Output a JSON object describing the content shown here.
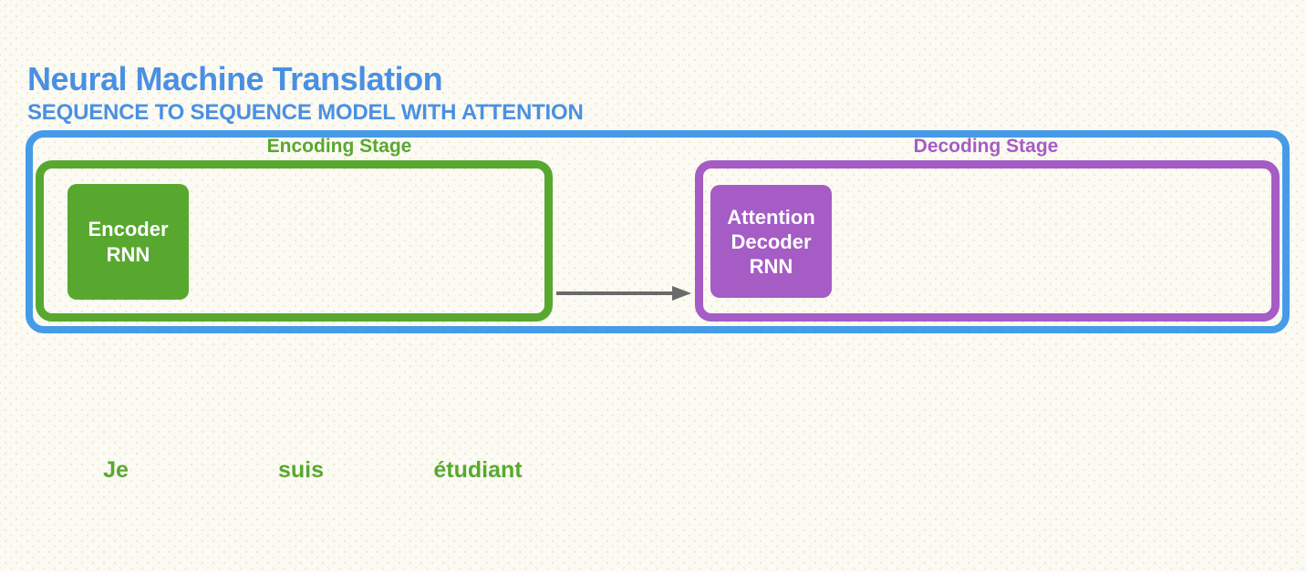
{
  "title": "Neural Machine Translation",
  "subtitle": "SEQUENCE TO SEQUENCE MODEL WITH ATTENTION",
  "colors": {
    "title_blue": "#4a90e2",
    "frame_blue": "#459be8",
    "green": "#58a830",
    "purple": "#a55cc5",
    "arrow_gray": "#6a6a6a",
    "box_text_white": "#ffffff",
    "background": "#fbfaf5"
  },
  "diagram": {
    "encoding_stage": {
      "label": "Encoding Stage",
      "encoder_box": {
        "lines": [
          "Encoder",
          "RNN"
        ]
      }
    },
    "decoding_stage": {
      "label": "Decoding Stage",
      "decoder_box": {
        "lines": [
          "Attention",
          "Decoder",
          "RNN"
        ]
      }
    },
    "connector": "encoder-to-decoder-arrow"
  },
  "input_words": [
    "Je",
    "suis",
    "étudiant"
  ]
}
